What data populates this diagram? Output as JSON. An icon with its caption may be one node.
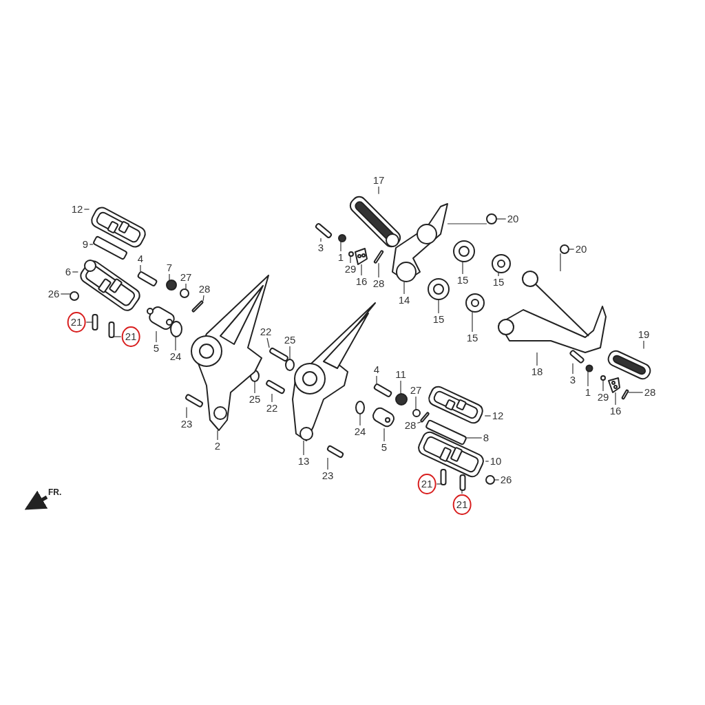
{
  "diagram": {
    "nodes": [
      {
        "text": [
          "12"
        ]
      },
      {
        "text": [
          "9"
        ]
      },
      {
        "text": [
          "6"
        ]
      },
      {
        "text": [
          "26"
        ]
      },
      {
        "text": [
          "21"
        ]
      },
      {
        "text": [
          "21"
        ]
      },
      {
        "text": [
          "4"
        ]
      },
      {
        "text": [
          "7"
        ]
      },
      {
        "text": [
          "27"
        ]
      },
      {
        "text": [
          "28"
        ]
      },
      {
        "text": [
          "5"
        ]
      },
      {
        "text": [
          "24"
        ]
      },
      {
        "text": [
          "22"
        ]
      },
      {
        "text": [
          "25"
        ]
      },
      {
        "text": [
          "25"
        ]
      },
      {
        "text": [
          "22"
        ]
      },
      {
        "text": [
          "23"
        ]
      },
      {
        "text": [
          "2"
        ]
      },
      {
        "text": [
          "17"
        ]
      },
      {
        "text": [
          "3"
        ]
      },
      {
        "text": [
          "1"
        ]
      },
      {
        "text": [
          "29"
        ]
      },
      {
        "text": [
          "16"
        ]
      },
      {
        "text": [
          "28"
        ]
      },
      {
        "text": [
          "14"
        ]
      },
      {
        "text": [
          "20"
        ]
      },
      {
        "text": [
          "15"
        ]
      },
      {
        "text": [
          "15"
        ]
      },
      {
        "text": [
          "15"
        ]
      },
      {
        "text": [
          "15"
        ]
      },
      {
        "text": [
          "20"
        ]
      },
      {
        "text": [
          "19"
        ]
      },
      {
        "text": [
          "18"
        ]
      },
      {
        "text": [
          "3"
        ]
      },
      {
        "text": [
          "1"
        ]
      },
      {
        "text": [
          "29"
        ]
      },
      {
        "text": [
          "16"
        ]
      },
      {
        "text": [
          "28"
        ]
      },
      {
        "text": [
          "4"
        ]
      },
      {
        "text": [
          "11"
        ]
      },
      {
        "text": [
          "27"
        ]
      },
      {
        "text": [
          "28"
        ]
      },
      {
        "text": [
          "12"
        ]
      },
      {
        "text": [
          "8"
        ]
      },
      {
        "text": [
          "5"
        ]
      },
      {
        "text": [
          "24"
        ]
      },
      {
        "text": [
          "13"
        ]
      },
      {
        "text": [
          "23"
        ]
      },
      {
        "text": [
          "10"
        ]
      },
      {
        "text": [
          "21"
        ]
      },
      {
        "text": [
          "26"
        ]
      },
      {
        "text": [
          "21"
        ]
      },
      {
        "text": [],
        "shape": "picture"
      },
      {
        "text": [],
        "shape": "bar"
      },
      {
        "text": [],
        "shape": "picture"
      },
      {
        "text": [],
        "shape": "circle"
      },
      {
        "text": [],
        "shape": "bar"
      },
      {
        "text": [],
        "shape": "bar"
      },
      {
        "text": [],
        "shape": "bar"
      },
      {
        "text": [],
        "shape": "circle"
      },
      {
        "text": [],
        "shape": "circle"
      },
      {
        "text": [],
        "shape": "bar"
      },
      {
        "text": [],
        "shape": "picture"
      },
      {
        "text": [],
        "shape": "circle"
      },
      {
        "text": [],
        "shape": "bar"
      },
      {
        "text": [],
        "shape": "circle"
      },
      {
        "text": [],
        "shape": "circle"
      },
      {
        "text": [],
        "shape": "bar"
      },
      {
        "text": [],
        "shape": "bar"
      },
      {
        "text": [],
        "shape": "picture"
      },
      {
        "text": [],
        "shape": "picture"
      },
      {
        "text": [],
        "shape": "bar"
      },
      {
        "text": [],
        "shape": "circle"
      },
      {
        "text": [],
        "shape": "circle"
      },
      {
        "text": [],
        "shape": "picture"
      },
      {
        "text": [],
        "shape": "bar"
      },
      {
        "text": [],
        "shape": "picture"
      },
      {
        "text": [],
        "shape": "circle"
      },
      {
        "text": [],
        "shape": "picture"
      },
      {
        "text": [],
        "shape": "picture"
      },
      {
        "text": [],
        "shape": "picture"
      },
      {
        "text": [],
        "shape": "picture"
      },
      {
        "text": [],
        "shape": "circle"
      },
      {
        "text": [],
        "shape": "picture"
      },
      {
        "text": [],
        "shape": "picture"
      },
      {
        "text": [],
        "shape": "bar"
      },
      {
        "text": [],
        "shape": "circle"
      },
      {
        "text": [],
        "shape": "circle"
      },
      {
        "text": [],
        "shape": "picture"
      },
      {
        "text": [],
        "shape": "bar"
      },
      {
        "text": [],
        "shape": "bar"
      },
      {
        "text": [],
        "shape": "circle"
      },
      {
        "text": [],
        "shape": "circle"
      },
      {
        "text": [],
        "shape": "bar"
      },
      {
        "text": [],
        "shape": "picture"
      },
      {
        "text": [],
        "shape": "bar"
      },
      {
        "text": [],
        "shape": "picture"
      },
      {
        "text": [],
        "shape": "circle"
      },
      {
        "text": [],
        "shape": "picture"
      },
      {
        "text": [],
        "shape": "bar"
      },
      {
        "text": [],
        "shape": "picture"
      },
      {
        "text": [],
        "shape": "bar"
      },
      {
        "text": [],
        "shape": "circle"
      },
      {
        "text": [],
        "shape": "bar"
      }
    ],
    "edges": [
      {
        "from": 0,
        "to": 52,
        "arrow": "none"
      },
      {
        "from": 1,
        "to": 53,
        "arrow": "none"
      },
      {
        "from": 2,
        "to": 54,
        "arrow": "none"
      },
      {
        "from": 3,
        "to": 55,
        "arrow": "none"
      },
      {
        "from": 4,
        "to": 56,
        "arrow": "none"
      },
      {
        "from": 5,
        "to": 57,
        "arrow": "none"
      },
      {
        "from": 6,
        "to": 58,
        "arrow": "none"
      },
      {
        "from": 7,
        "to": 59,
        "arrow": "none"
      },
      {
        "from": 8,
        "to": 60,
        "arrow": "none"
      },
      {
        "from": 9,
        "to": 61,
        "arrow": "none"
      },
      {
        "from": 10,
        "to": 62,
        "arrow": "none"
      },
      {
        "from": 11,
        "to": 63,
        "arrow": "none"
      },
      {
        "from": 12,
        "to": 64,
        "arrow": "none"
      },
      {
        "from": 13,
        "to": 65,
        "arrow": "none"
      },
      {
        "from": 14,
        "to": 66,
        "arrow": "none"
      },
      {
        "from": 15,
        "to": 67,
        "arrow": "none"
      },
      {
        "from": 16,
        "to": 68,
        "arrow": "none"
      },
      {
        "from": 17,
        "to": 69,
        "arrow": "none"
      },
      {
        "from": 18,
        "to": 70,
        "arrow": "none"
      },
      {
        "from": 19,
        "to": 71,
        "arrow": "none"
      },
      {
        "from": 20,
        "to": 72,
        "arrow": "none"
      },
      {
        "from": 21,
        "to": 73,
        "arrow": "none"
      },
      {
        "from": 22,
        "to": 74,
        "arrow": "none"
      },
      {
        "from": 23,
        "to": 75,
        "arrow": "none"
      },
      {
        "from": 24,
        "to": 76,
        "arrow": "none"
      },
      {
        "from": 25,
        "to": 77,
        "arrow": "none"
      },
      {
        "from": 26,
        "to": 78,
        "arrow": "none"
      },
      {
        "from": 27,
        "to": 79,
        "arrow": "none"
      },
      {
        "from": 28,
        "to": 80,
        "arrow": "none"
      },
      {
        "from": 29,
        "to": 81,
        "arrow": "none"
      },
      {
        "from": 30,
        "to": 82,
        "arrow": "none"
      },
      {
        "from": 31,
        "to": 83,
        "arrow": "none"
      },
      {
        "from": 32,
        "to": 84,
        "arrow": "none"
      },
      {
        "from": 33,
        "to": 85,
        "arrow": "none"
      },
      {
        "from": 34,
        "to": 86,
        "arrow": "none"
      },
      {
        "from": 35,
        "to": 87,
        "arrow": "none"
      },
      {
        "from": 36,
        "to": 88,
        "arrow": "none"
      },
      {
        "from": 37,
        "to": 89,
        "arrow": "none"
      },
      {
        "from": 38,
        "to": 90,
        "arrow": "none"
      },
      {
        "from": 39,
        "to": 91,
        "arrow": "none"
      },
      {
        "from": 40,
        "to": 92,
        "arrow": "none"
      },
      {
        "from": 41,
        "to": 93,
        "arrow": "none"
      },
      {
        "from": 42,
        "to": 94,
        "arrow": "none"
      },
      {
        "from": 43,
        "to": 95,
        "arrow": "none"
      },
      {
        "from": 44,
        "to": 96,
        "arrow": "none"
      },
      {
        "from": 45,
        "to": 97,
        "arrow": "none"
      },
      {
        "from": 46,
        "to": 98,
        "arrow": "none"
      },
      {
        "from": 47,
        "to": 99,
        "arrow": "none"
      },
      {
        "from": 48,
        "to": 100,
        "arrow": "none"
      },
      {
        "from": 49,
        "to": 101,
        "arrow": "none"
      },
      {
        "from": 50,
        "to": 102,
        "arrow": "none"
      },
      {
        "from": 51,
        "to": 103,
        "arrow": "none"
      },
      {
        "from": 77,
        "to": 76,
        "arrow": "none"
      },
      {
        "from": 82,
        "to": 84,
        "arrow": "none"
      }
    ],
    "labels": [
      "FR."
    ]
  }
}
